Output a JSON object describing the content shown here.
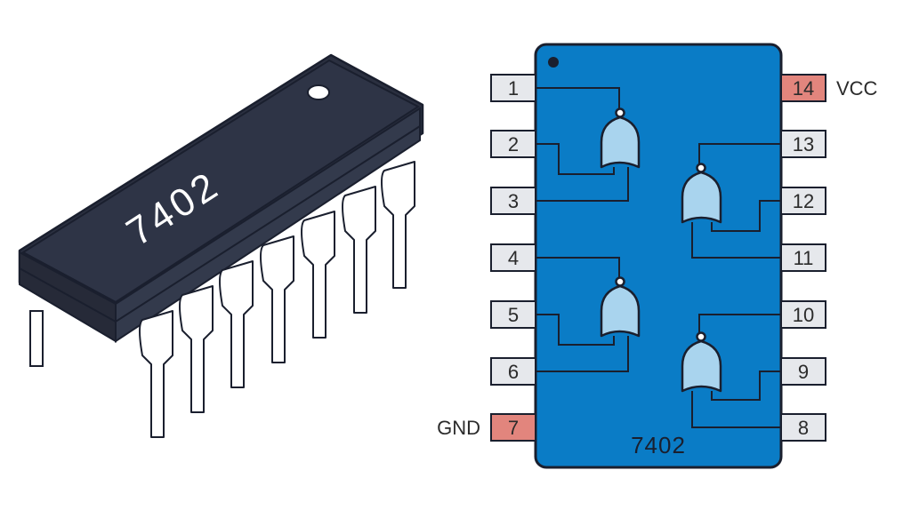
{
  "package_label": "7402",
  "chip_label": "7402",
  "left_pins": [
    "1",
    "2",
    "3",
    "4",
    "5",
    "6",
    "7"
  ],
  "right_pins": [
    "14",
    "13",
    "12",
    "11",
    "10",
    "9",
    "8"
  ],
  "vcc_label": "VCC",
  "gnd_label": "GND",
  "colors": {
    "chip_body": "#0a7cc6",
    "gate_fill": "#a9d4ee",
    "pin_fill": "#e6e8ec",
    "power_pin_fill": "#e2857d",
    "dip_body": "#2b3040",
    "outline": "#1a1f2e"
  }
}
